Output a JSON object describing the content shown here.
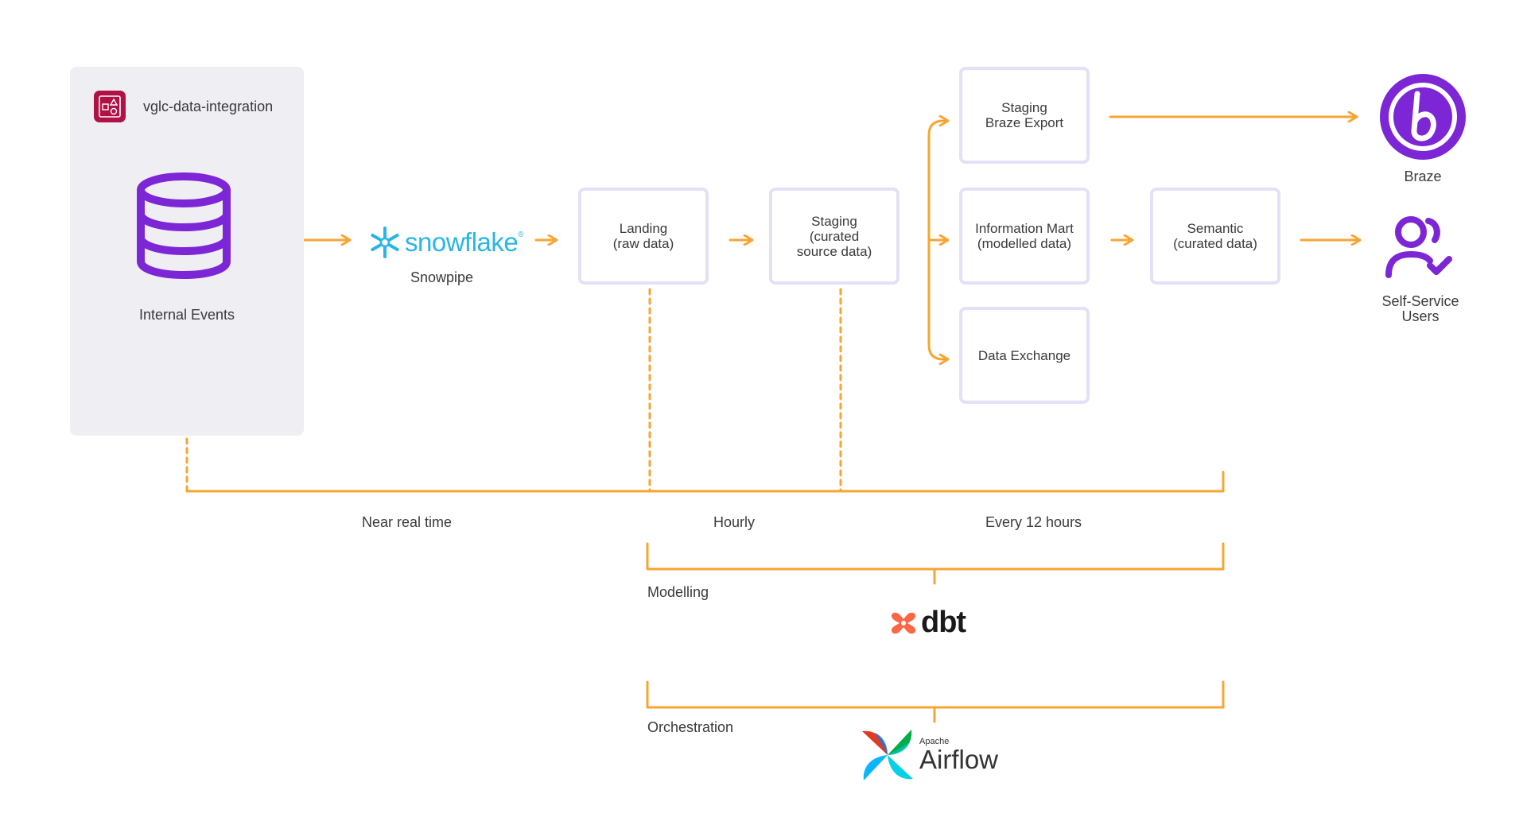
{
  "source": {
    "project_name": "vglc-data-integration",
    "caption": "Internal Events",
    "icon": "database-icon",
    "badge_icon": "shapes-icon"
  },
  "ingest": {
    "logo_text": "snowflake",
    "logo_mark": "®",
    "caption": "Snowpipe"
  },
  "boxes": {
    "landing": "Landing\n(raw data)",
    "staging": "Staging\n(curated\nsource data)",
    "staging_braze": "Staging\nBraze Export",
    "info_mart": "Information Mart\n(modelled data)",
    "data_exchange": "Data Exchange",
    "semantic": "Semantic\n(curated data)"
  },
  "consumers": {
    "braze": "Braze",
    "self_service": "Self-Service\nUsers"
  },
  "cadence": {
    "near_real_time": "Near real time",
    "hourly": "Hourly",
    "every_12_hours": "Every 12 hours"
  },
  "tooling": {
    "modelling": "Modelling",
    "dbt": "dbt",
    "orchestration": "Orchestration",
    "airflow_small": "Apache",
    "airflow": "Airflow"
  },
  "colors": {
    "arrow": "#f7a532",
    "box_border": "#e4e0f6",
    "purple": "#7c26d6",
    "panel": "#eeeef3",
    "badge": "#b11246",
    "snowflake": "#29b5e8",
    "dbt": "#fc6645"
  }
}
